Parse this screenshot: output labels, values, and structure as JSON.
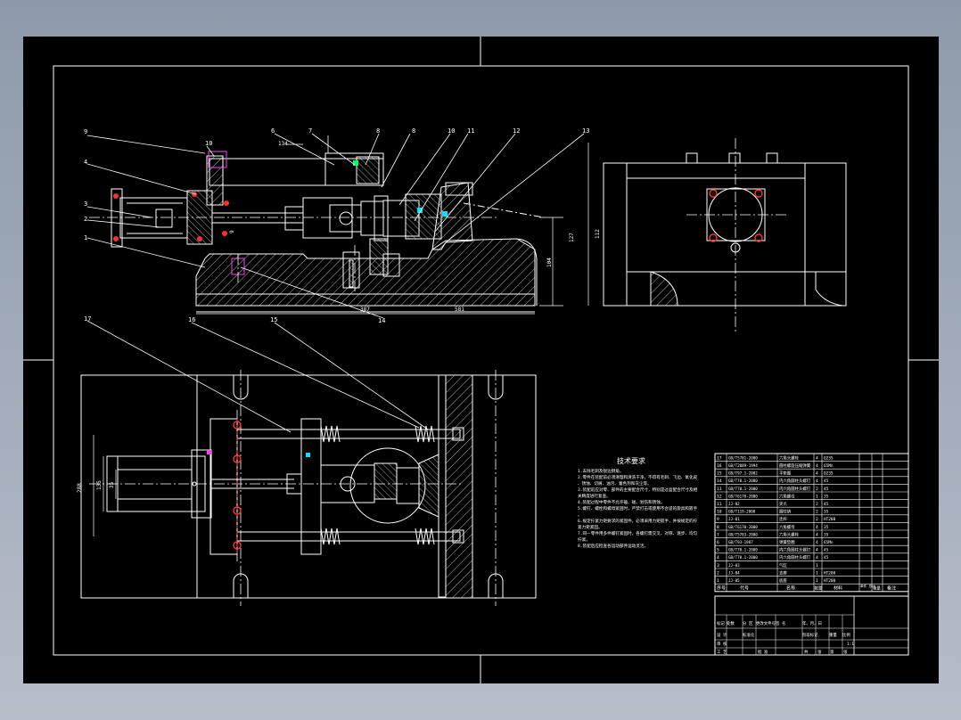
{
  "colors": {
    "background": "#8e9aab",
    "sheet": "#000000",
    "line": "#ffffff",
    "center_line": "#ffffff",
    "accent_cyan": "#00e0ff",
    "accent_magenta": "#ff40ff",
    "accent_red": "#ff3030",
    "accent_green": "#00ff60"
  },
  "balloons": {
    "top_view": [
      "9",
      "10",
      "6",
      "7",
      "8",
      "8",
      "10",
      "11",
      "12",
      "13",
      "4",
      "3",
      "2",
      "1",
      "14"
    ],
    "plan_view": [
      "17",
      "16",
      "15"
    ]
  },
  "dimensions": {
    "d134": "134",
    "d387": "387",
    "d581": "581",
    "d127": "127",
    "d104": "104",
    "d112": "112",
    "d9": "9",
    "d288": "288",
    "d135": "135",
    "d35": "35"
  },
  "tech_title": "技术要求",
  "tech_notes": [
    "1.去除毛刺及锐边倒角。",
    "2.零件在装配前必须清理和清洗干净，不得有毛刺、飞边、氧化皮、锈蚀、切屑、油污、着色剂和灰尘等。",
    "3.装配前应对零、部件的主要配合尺寸，特别是过盈配合尺寸及相关精度进行复查。",
    "4.装配过程中零件不允许磕、碰、划伤和锈蚀。",
    "5.螺钉、螺栓和螺母紧固时，严禁打击或使用不合适的旋具和扳手。",
    "6.规定拧紧力矩要求的紧固件，必须采用力矩扳手，并按规定的拧紧力矩紧固。",
    "7.同一零件用多件螺钉紧固时，各螺钉需交叉、对称、逐步、均匀拧紧。",
    "8.装配后应检查各运动部件运动灵活。"
  ],
  "bom": {
    "rows": [
      {
        "no": "17",
        "code": "GB/T5781-2000",
        "name": "六角头螺栓",
        "qty": "4",
        "mat": "Q235"
      },
      {
        "no": "16",
        "code": "GB/T2089-1994",
        "name": "圆柱螺旋压缩弹簧",
        "qty": "4",
        "mat": "65Mn"
      },
      {
        "no": "15",
        "code": "GB/T97.1-2002",
        "name": "平垫圈",
        "qty": "4",
        "mat": "Q235"
      },
      {
        "no": "14",
        "code": "GB/T70.1-2000",
        "name": "内六角圆柱头螺钉",
        "qty": "4",
        "mat": "45"
      },
      {
        "no": "13",
        "code": "GB/T70.1-2000",
        "name": "内六角圆柱头螺钉",
        "qty": "2",
        "mat": "45"
      },
      {
        "no": "12",
        "code": "GB/T6170-2000",
        "name": "六角螺母",
        "qty": "1",
        "mat": "35"
      },
      {
        "no": "11",
        "code": "JJ-02",
        "name": "夹爪",
        "qty": "2",
        "mat": "45"
      },
      {
        "no": "10",
        "code": "GB/T119-2000",
        "name": "圆柱销",
        "qty": "2",
        "mat": "35"
      },
      {
        "no": "9",
        "code": "JJ-01",
        "name": "连杆",
        "qty": "2",
        "mat": "HT200"
      },
      {
        "no": "8",
        "code": "GB/T6170-2000",
        "name": "六角螺母",
        "qty": "4",
        "mat": "35"
      },
      {
        "no": "7",
        "code": "GB/T5783-2000",
        "name": "六角头螺栓",
        "qty": "4",
        "mat": "35"
      },
      {
        "no": "6",
        "code": "GB/T93-1987",
        "name": "弹簧垫圈",
        "qty": "4",
        "mat": "65Mn"
      },
      {
        "no": "5",
        "code": "GB/T70.1-2000",
        "name": "内六角圆柱头螺钉",
        "qty": "4",
        "mat": "45"
      },
      {
        "no": "4",
        "code": "GB/T70.1-2000",
        "name": "内六角圆柱头螺钉",
        "qty": "4",
        "mat": "45"
      },
      {
        "no": "3",
        "code": "JJ-03",
        "name": "气缸",
        "qty": "1",
        "mat": ""
      },
      {
        "no": "2",
        "code": "JJ-04",
        "name": "支座",
        "qty": "1",
        "mat": "HT200"
      },
      {
        "no": "1",
        "code": "JJ-05",
        "name": "底座",
        "qty": "1",
        "mat": "HT200"
      }
    ],
    "header": {
      "no": "序号",
      "code": "代号",
      "name": "名称",
      "qty": "数量",
      "mat": "材料",
      "unit": "单件 总计",
      "weight": "重量",
      "note": "备注"
    }
  },
  "title_block": {
    "r1": [
      "标记",
      "处数",
      "分 区",
      "更改文件号",
      "签 名",
      "年、月、日"
    ],
    "r2": [
      "设 计",
      "",
      "标准化",
      "",
      "阶段标记",
      "重量",
      "比例"
    ],
    "r3": [
      "审 核",
      "",
      "",
      "",
      "",
      "",
      "1:1"
    ],
    "r4": [
      "工 艺",
      "",
      "批 准",
      "",
      "共",
      "张",
      "第",
      "张"
    ]
  }
}
